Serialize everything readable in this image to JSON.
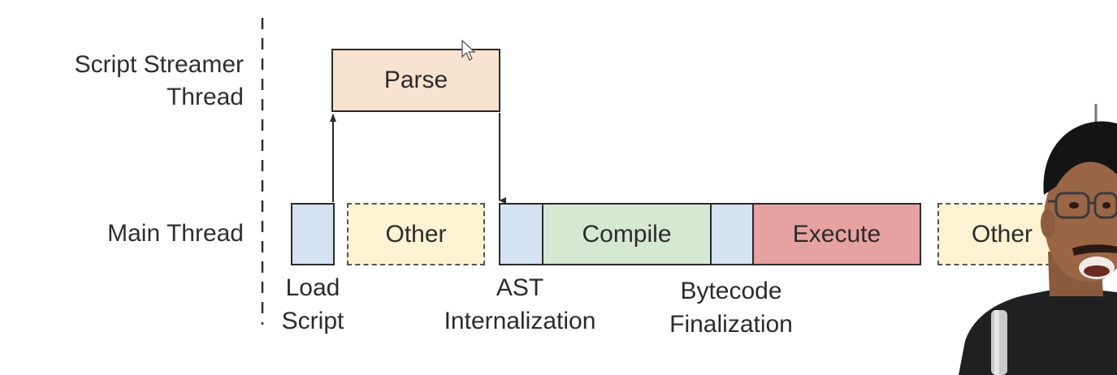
{
  "lanes": {
    "streamer": "Script Streamer\nThread",
    "main": "Main Thread"
  },
  "blocks": {
    "parse": "Parse",
    "load": "",
    "other_1": "Other",
    "ast": "",
    "compile": "Compile",
    "bytecode": "",
    "execute": "Execute",
    "other_2": "Other"
  },
  "labels": {
    "load_script": "Load\nScript",
    "ast_internalization": "AST\nInternalization",
    "bytecode_finalization": "Bytecode\nFinalization"
  },
  "colors": {
    "parse": "#f7e3cf",
    "phase_blue": "#d4e2f1",
    "other": "#fbf3d3",
    "compile": "#d7e8d2",
    "execute": "#e6a1a1"
  }
}
